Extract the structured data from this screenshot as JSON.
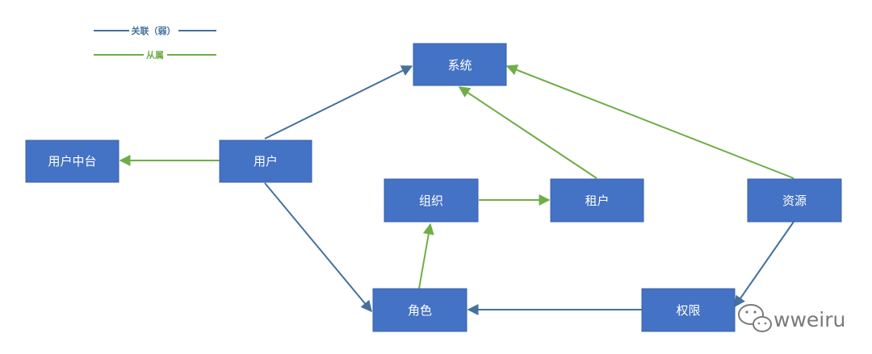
{
  "legend": {
    "weak_association": {
      "label": "关联（弱）",
      "color": "#44719e"
    },
    "subordinate": {
      "label": "从属",
      "color": "#6fad47"
    }
  },
  "nodes": {
    "system": "系统",
    "user_center": "用户中台",
    "user": "用户",
    "organization": "组织",
    "tenant": "租户",
    "resource": "资源",
    "role": "角色",
    "permission": "权限"
  },
  "watermark": {
    "text": "wweiru",
    "icon": "wechat-icon"
  },
  "colors": {
    "node_fill": "#4472c4",
    "node_text": "#ffffff",
    "association": "#44719e",
    "subordinate": "#6fad47"
  },
  "relations": [
    {
      "from": "user",
      "to": "system",
      "type": "weak_association"
    },
    {
      "from": "user",
      "to": "user_center",
      "type": "subordinate"
    },
    {
      "from": "user",
      "to": "role",
      "type": "weak_association"
    },
    {
      "from": "role",
      "to": "organization",
      "type": "subordinate"
    },
    {
      "from": "organization",
      "to": "tenant",
      "type": "subordinate"
    },
    {
      "from": "tenant",
      "to": "system",
      "type": "subordinate"
    },
    {
      "from": "resource",
      "to": "system",
      "type": "subordinate"
    },
    {
      "from": "permission",
      "to": "role",
      "type": "weak_association"
    },
    {
      "from": "resource",
      "to": "permission",
      "type": "weak_association"
    }
  ]
}
